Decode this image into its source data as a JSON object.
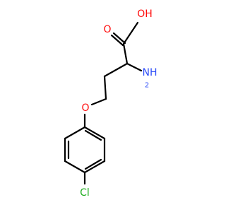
{
  "colors": {
    "bond": "#000000",
    "oxygen": "#ff0d0d",
    "nitrogen": "#3050f8",
    "chlorine": "#1fad1f"
  },
  "atoms": {
    "carbonyl_o": "O",
    "hydroxyl": "OH",
    "amine": "NH",
    "amine_h": "2",
    "ether_o": "O",
    "chlorine": "Cl"
  }
}
